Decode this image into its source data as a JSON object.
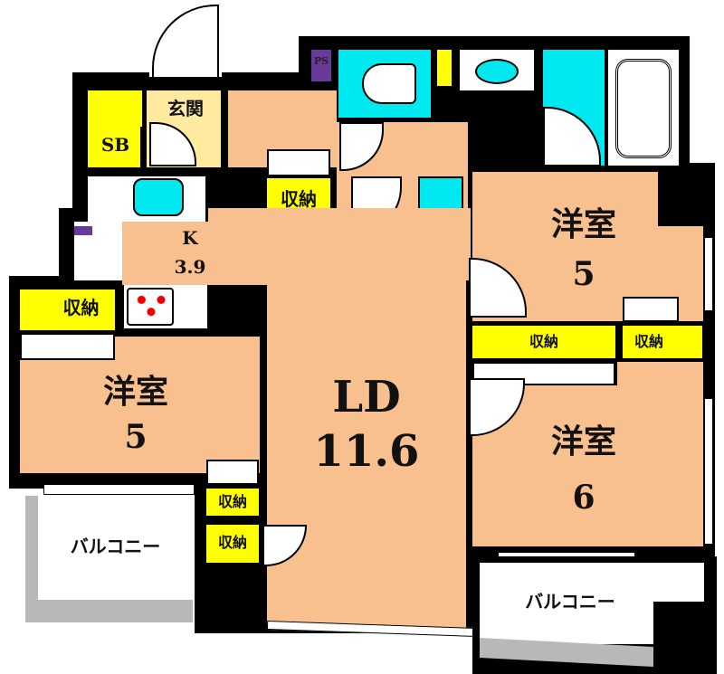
{
  "floor_plan": {
    "rooms": {
      "ld": {
        "label": "LD",
        "size": "11.6"
      },
      "kitchen": {
        "label": "K",
        "size": "3.9"
      },
      "western_left": {
        "label": "洋室",
        "size": "5"
      },
      "western_top_right": {
        "label": "洋室",
        "size": "5"
      },
      "western_bottom_right": {
        "label": "洋室",
        "size": "6"
      },
      "entrance": {
        "label": "玄関"
      },
      "shoe_box": {
        "label": "SB"
      },
      "pipe_space": {
        "label": "PS"
      },
      "balcony_left": {
        "label": "バルコニー"
      },
      "balcony_right": {
        "label": "バルコニー"
      }
    },
    "storage_label": "収納",
    "colors": {
      "room": "#f9c08f",
      "wet_area": "#00e8f0",
      "storage": "#ffff00",
      "entrance": "#ffeaa0",
      "wall": "#000000",
      "pipe_space": "#6a3a9a",
      "balcony_edge": "#b8b8b8"
    }
  }
}
